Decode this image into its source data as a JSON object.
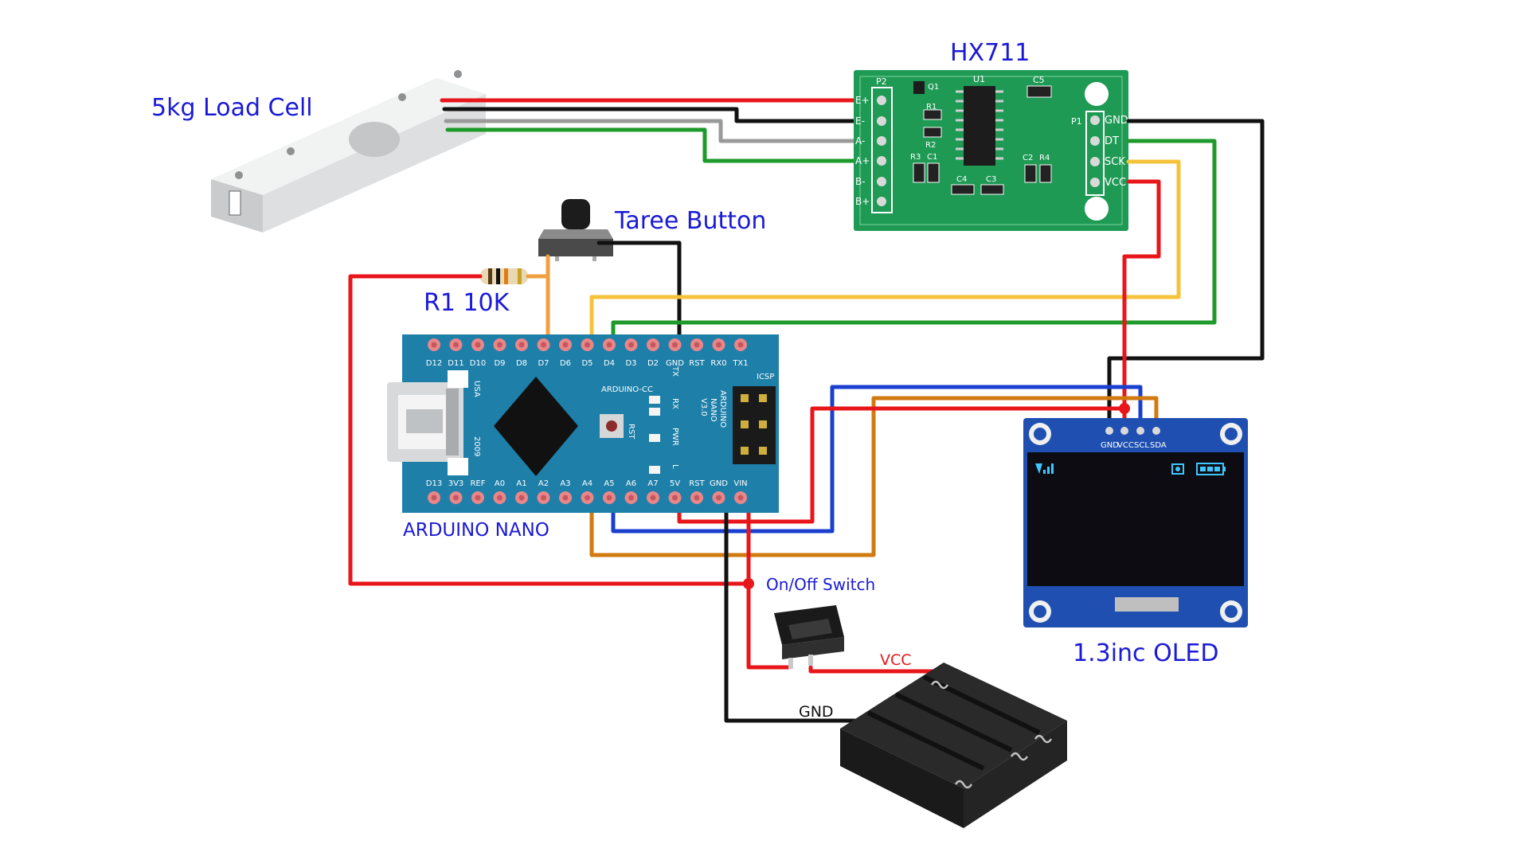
{
  "labels": {
    "load_cell": "5kg Load Cell",
    "hx711": "HX711",
    "taree_button": "Taree Button",
    "r1": "R1 10K",
    "arduino": "ARDUINO NANO",
    "onoff": "On/Off Switch",
    "vcc": "VCC",
    "gnd": "GND",
    "oled": "1.3inc OLED"
  },
  "hx711": {
    "left_pins": [
      "E+",
      "E-",
      "A-",
      "A+",
      "B-",
      "B+"
    ],
    "right_pins": [
      "GND",
      "DT",
      "SCK",
      "VCC"
    ],
    "p2": "P2",
    "p1": "P1",
    "u1": "U1",
    "q1": "Q1",
    "r1": "R1",
    "r2": "R2",
    "r3": "R3",
    "r4": "R4",
    "c1": "C1",
    "c2": "C2",
    "c3": "C3",
    "c4": "C4",
    "c5": "C5"
  },
  "nano": {
    "top_pins": [
      "D12",
      "D11",
      "D10",
      "D9",
      "D8",
      "D7",
      "D6",
      "D5",
      "D4",
      "D3",
      "D2",
      "GND",
      "RST",
      "RX0",
      "TX1"
    ],
    "bottom_pins": [
      "D13",
      "3V3",
      "REF",
      "A0",
      "A1",
      "A2",
      "A3",
      "A4",
      "A5",
      "A6",
      "A7",
      "5V",
      "RST",
      "GND",
      "VIN"
    ],
    "leds": [
      "TX",
      "RX",
      "PWR",
      "L"
    ],
    "arduino_cc": "ARDUINO-CC",
    "usa": "USA",
    "year": "2009",
    "rst": "RST",
    "icsp": "ICSP",
    "model": [
      "ARDUINO",
      "NANO",
      "V3.0"
    ]
  },
  "oled": {
    "pins": [
      "GND",
      "VCC",
      "SCL",
      "SDA"
    ]
  },
  "colors": {
    "wire_red": "#e8161b",
    "wire_black": "#111111",
    "wire_grey": "#9a9a9a",
    "wire_green": "#1e9a2a",
    "wire_yellow": "#f5c33b",
    "wire_orange": "#d07a10",
    "wire_blue": "#1a3fd0",
    "label_blue": "#1a1ad6",
    "nano_board": "#1e7fa8",
    "hx711_board": "#1f9a55",
    "oled_board": "#1f4fb0"
  }
}
